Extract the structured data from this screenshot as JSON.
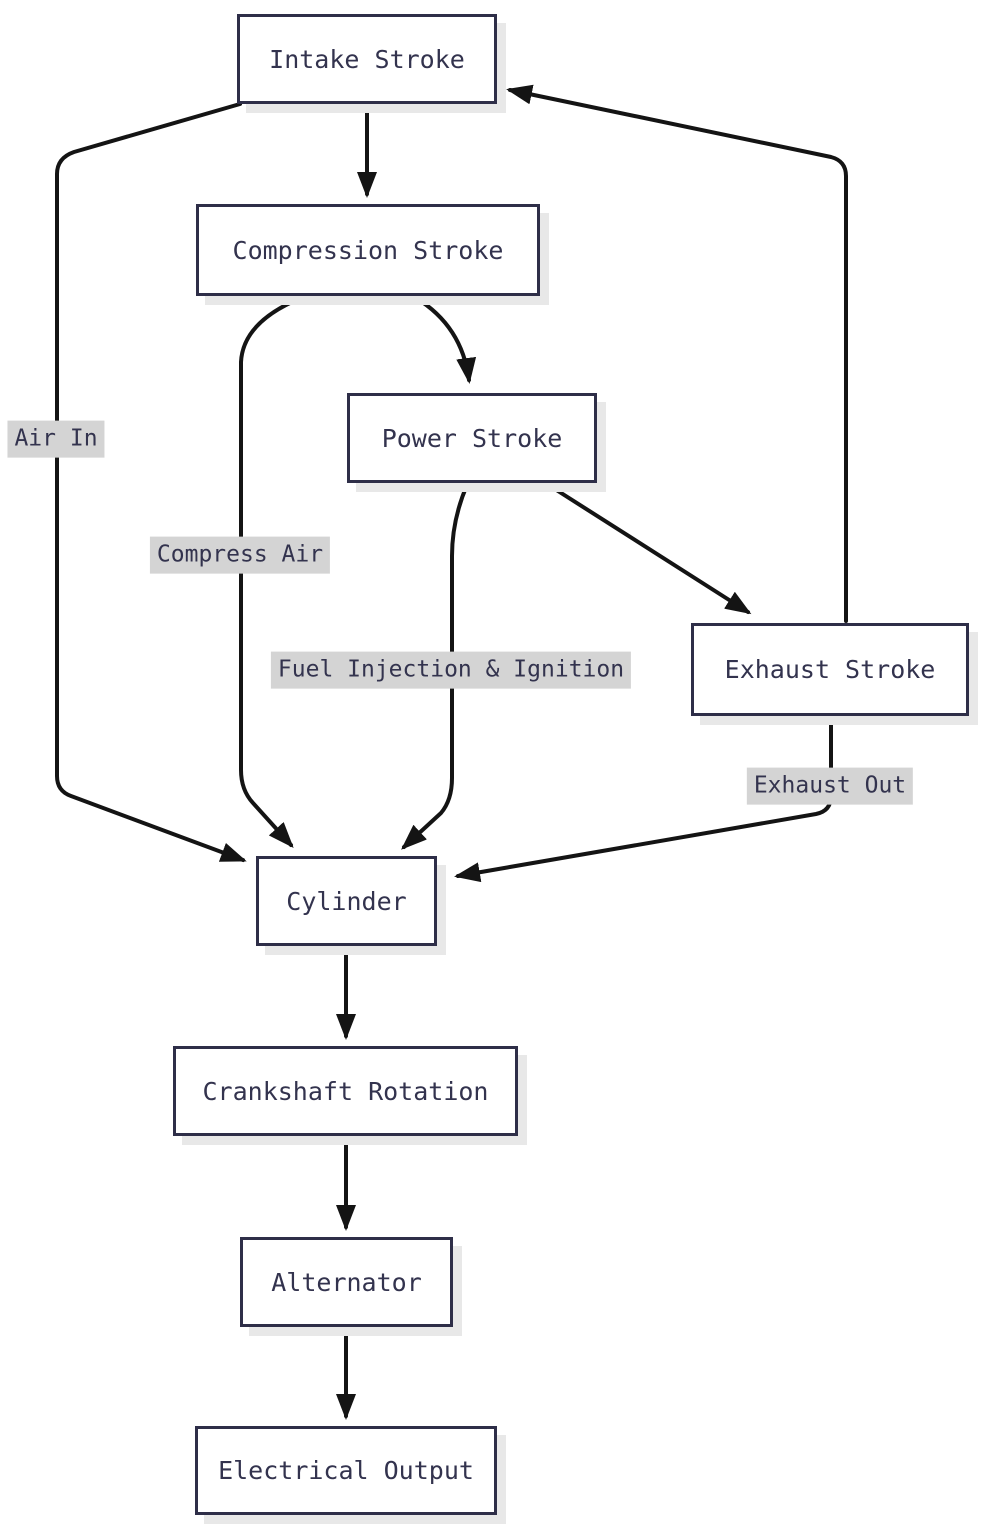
{
  "diagram": {
    "type": "flowchart",
    "direction": "top-down",
    "nodes": [
      {
        "id": "intake",
        "label": "Intake Stroke"
      },
      {
        "id": "compression",
        "label": "Compression Stroke"
      },
      {
        "id": "power",
        "label": "Power Stroke"
      },
      {
        "id": "exhaust",
        "label": "Exhaust Stroke"
      },
      {
        "id": "cylinder",
        "label": "Cylinder"
      },
      {
        "id": "crankshaft",
        "label": "Crankshaft Rotation"
      },
      {
        "id": "alternator",
        "label": "Alternator"
      },
      {
        "id": "electrical",
        "label": "Electrical Output"
      }
    ],
    "edges": [
      {
        "from": "intake",
        "to": "compression",
        "label": ""
      },
      {
        "from": "intake",
        "to": "cylinder",
        "label": "Air In"
      },
      {
        "from": "compression",
        "to": "power",
        "label": ""
      },
      {
        "from": "compression",
        "to": "cylinder",
        "label": "Compress Air"
      },
      {
        "from": "power",
        "to": "cylinder",
        "label": "Fuel Injection & Ignition"
      },
      {
        "from": "power",
        "to": "exhaust",
        "label": ""
      },
      {
        "from": "exhaust",
        "to": "cylinder",
        "label": "Exhaust Out"
      },
      {
        "from": "exhaust",
        "to": "intake",
        "label": ""
      },
      {
        "from": "cylinder",
        "to": "crankshaft",
        "label": ""
      },
      {
        "from": "crankshaft",
        "to": "alternator",
        "label": ""
      },
      {
        "from": "alternator",
        "to": "electrical",
        "label": ""
      }
    ],
    "colors": {
      "node_border": "#2e2e48",
      "node_fill": "#ffffff",
      "node_text": "#33334e",
      "node_shadow": "#e8e8e8",
      "edge_stroke": "#141414",
      "edge_label_bg": "#d4d4d4",
      "background": "#ffffff"
    }
  }
}
